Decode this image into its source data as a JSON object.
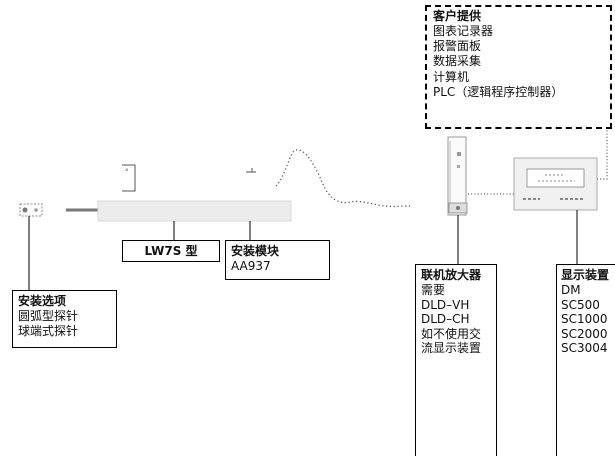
{
  "customer_supplied": {
    "title": "客户提供",
    "items": [
      "图表记录器",
      "报警面板",
      "数据采集",
      "计算机",
      "PLC（逻辑程序控制器）"
    ]
  },
  "probe_model": {
    "label": "LW7S 型"
  },
  "mounting_module": {
    "title": "安装模块",
    "part": "AA937"
  },
  "mounting_options": {
    "title": "安装选项",
    "items": [
      "圆弧型探针",
      "球端式探针"
    ]
  },
  "amplifier": {
    "title": "联机放大器",
    "items": [
      "需要",
      "DLD–VH",
      "DLD–CH",
      "如不使用交",
      "流显示装置"
    ]
  },
  "display": {
    "title": "显示装置",
    "items": [
      "DM",
      "SC500",
      "SC1000",
      "SC2000",
      "SC3004"
    ]
  }
}
